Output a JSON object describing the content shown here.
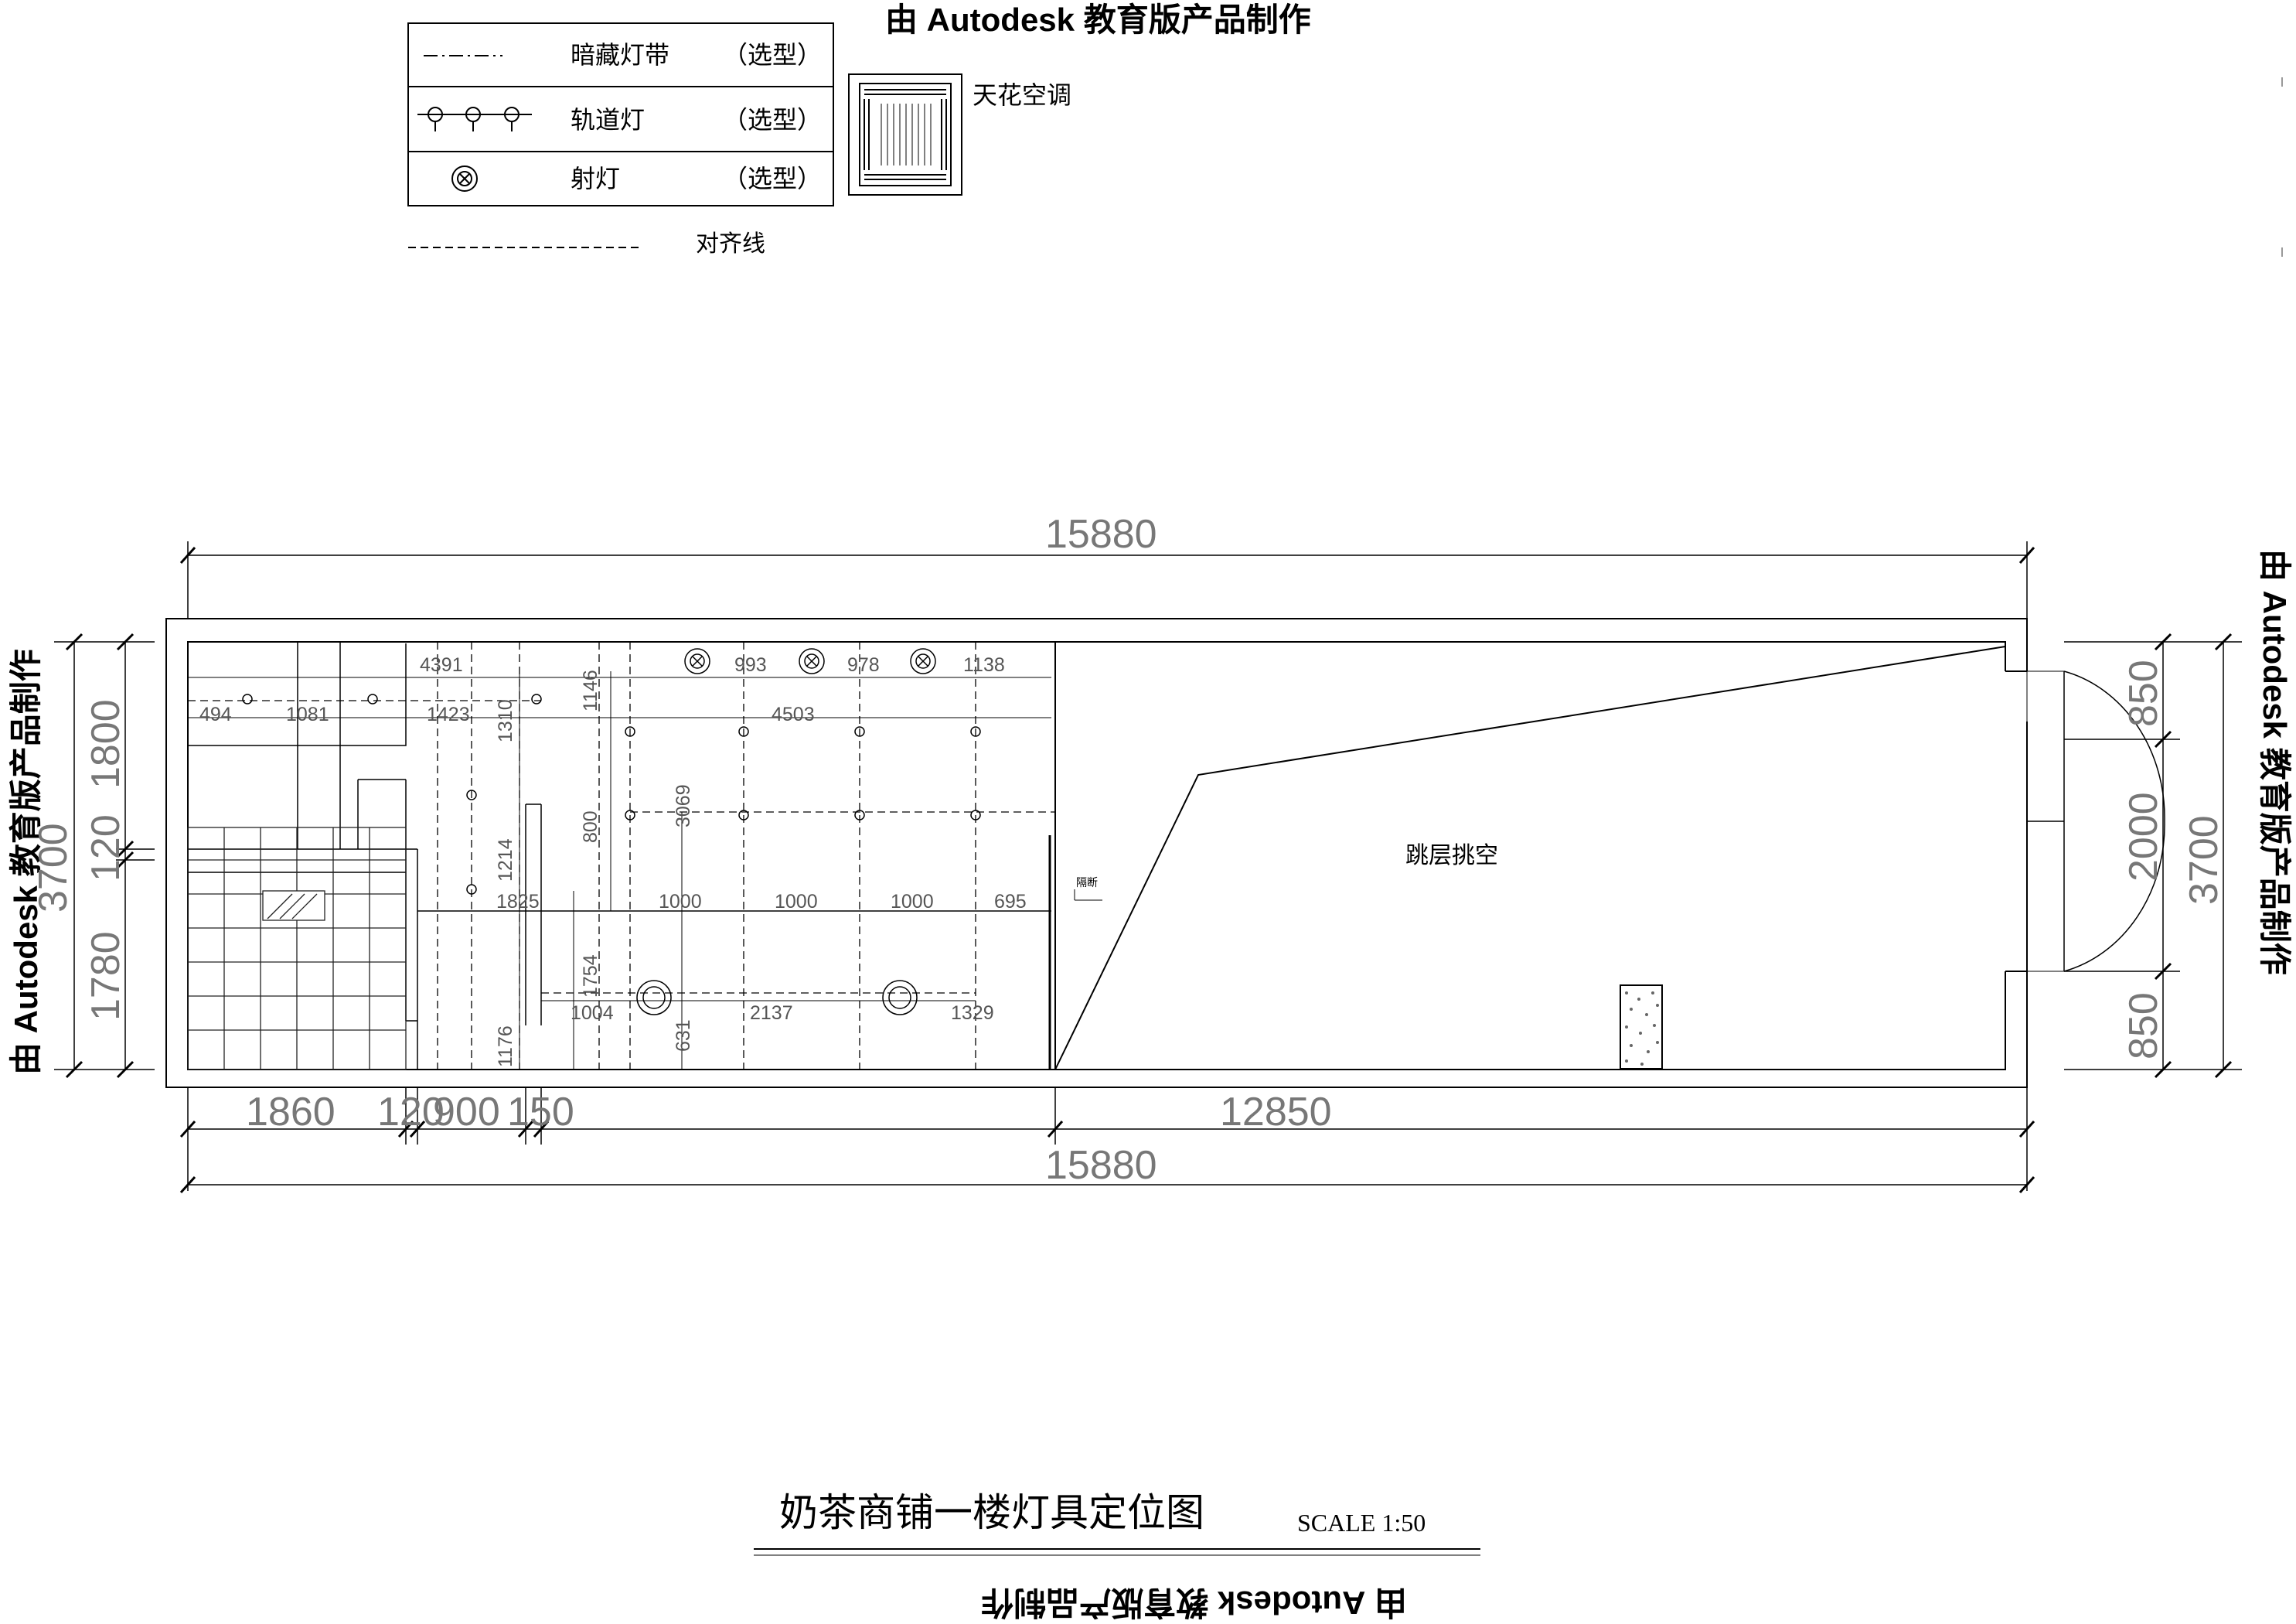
{
  "watermark": "由 Autodesk 教育版产品制作",
  "legend": {
    "rows": [
      {
        "label": "暗藏灯带",
        "note": "（选型）"
      },
      {
        "label": "轨道灯",
        "note": "（选型）"
      },
      {
        "label": "射灯",
        "note": "（选型）"
      }
    ],
    "align_label": "对齐线",
    "ac_label": "天花空调"
  },
  "plan": {
    "void_label": "跳层挑空",
    "partition_label": "隔断",
    "dims_top": "15880",
    "dims_bottom_total": "15880",
    "dims_bottom_seg": [
      "1860",
      "120",
      "900",
      "150",
      "12850"
    ],
    "dims_left": [
      "3700",
      "1800",
      "120",
      "1780"
    ],
    "dims_right": [
      "850",
      "2000",
      "850",
      "3700"
    ],
    "inner_dims": [
      "4391",
      "494",
      "1081",
      "1423",
      "1310",
      "1146",
      "993",
      "978",
      "1138",
      "4503",
      "800",
      "3069",
      "1214",
      "1825",
      "1000",
      "1000",
      "1000",
      "695",
      "1754",
      "1176",
      "1004",
      "2137",
      "1329",
      "631"
    ]
  },
  "title": {
    "text": "奶茶商铺一楼灯具定位图",
    "scale": "SCALE 1:50"
  },
  "colors": {
    "line": "#000000",
    "dim_text": "#555555",
    "tile": "#222222"
  }
}
